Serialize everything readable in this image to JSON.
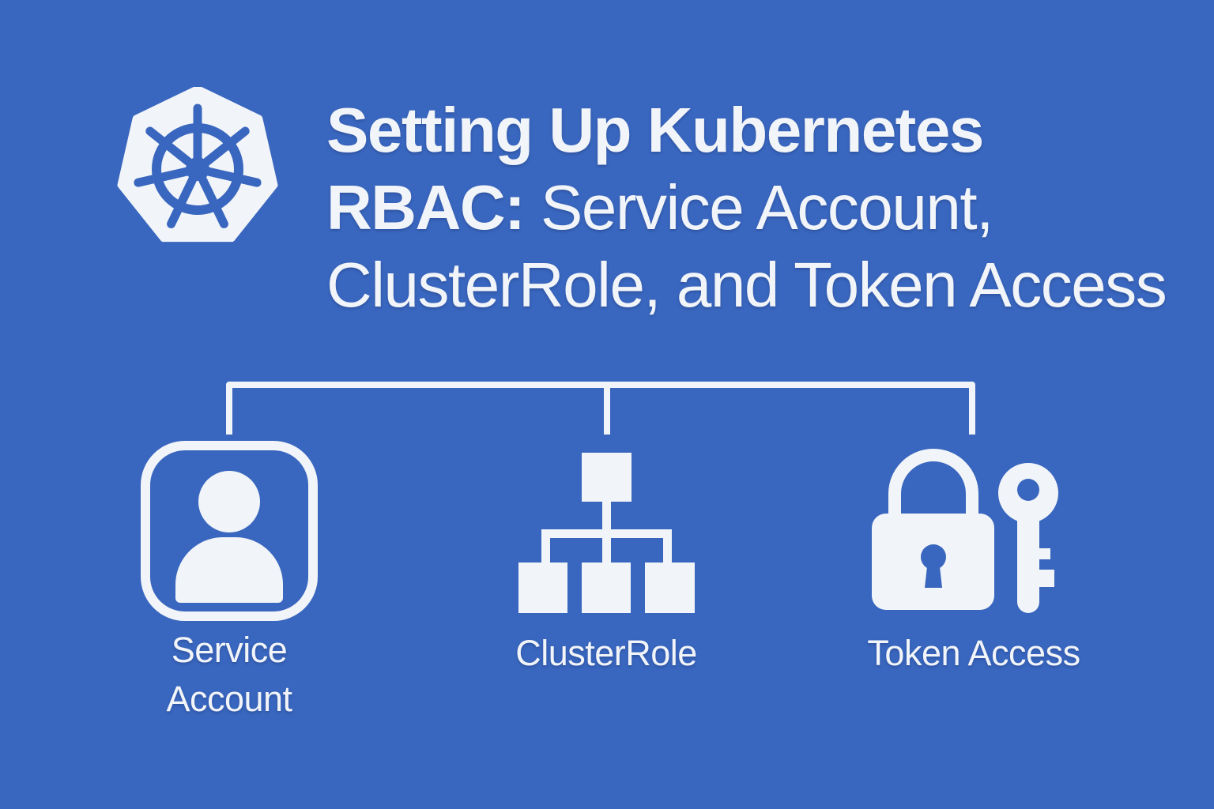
{
  "canvas": {
    "background_color": "#3966BE",
    "text_color": "#F1F4F8"
  },
  "header": {
    "logo_icon": "kubernetes-helm-logo",
    "title": {
      "line1": "Setting Up Kubernetes",
      "line2_bold": "RBAC:",
      "line2_rest": " Service Account,",
      "line3": "ClusterRole, and Token Access"
    }
  },
  "diagram": {
    "connector": "three-branch-tree-bracket",
    "nodes": [
      {
        "label": "Service Account",
        "icon": "user-badge-icon"
      },
      {
        "label": "ClusterRole",
        "icon": "org-hierarchy-icon"
      },
      {
        "label": "Token Access",
        "icon": "lock-and-key-icon"
      }
    ]
  }
}
